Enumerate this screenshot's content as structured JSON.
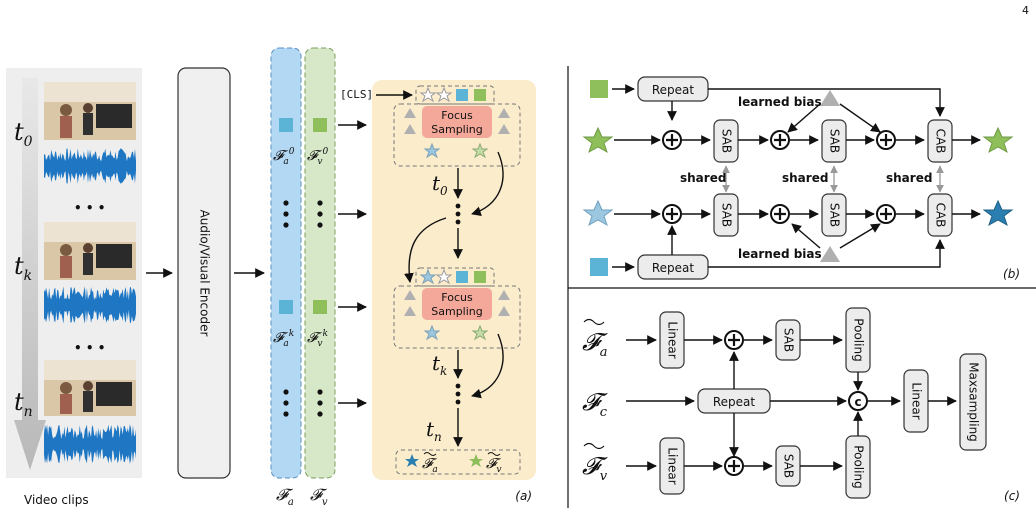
{
  "page_number": "4",
  "panel_a": {
    "tag": "(a)",
    "video_clips_label": "Video clips",
    "t0": "t",
    "t0_sub": "0",
    "tk": "t",
    "tk_sub": "k",
    "tn": "t",
    "tn_sub": "n",
    "ellipsis": "• • •",
    "encoder": "Audio/Visual Encoder",
    "fa_label": "𝓕",
    "fa_sub": "a",
    "fv_label": "𝓕",
    "fv_sub": "v",
    "fa0": "𝓕",
    "fa0_sub": "a",
    "fa0_sup": "0",
    "fv0": "𝓕",
    "fv0_sub": "v",
    "fv0_sup": "0",
    "fak": "𝓕",
    "fak_sub": "a",
    "fak_sup": "k",
    "fvk": "𝓕",
    "fvk_sub": "v",
    "fvk_sup": "k",
    "cls": "[CLS]",
    "focus1": "Focus",
    "focus2": "Sampling",
    "step_t0": "t",
    "step_t0_sub": "0",
    "step_tk": "t",
    "step_tk_sub": "k",
    "step_tn": "t",
    "step_tn_sub": "n",
    "out_a": "𝓕",
    "out_a_sub": "a",
    "out_v": "𝓕",
    "out_v_sub": "v"
  },
  "panel_b": {
    "tag": "(b)",
    "repeat": "Repeat",
    "sab": "SAB",
    "cab": "CAB",
    "learned_bias": "learned bias",
    "shared": "shared"
  },
  "panel_c": {
    "tag": "(c)",
    "fa": "𝓕",
    "fa_sub": "a",
    "fc": "𝓕",
    "fc_sub": "c",
    "fv": "𝓕",
    "fv_sub": "v",
    "linear": "Linear",
    "sab": "SAB",
    "pooling": "Pooling",
    "repeat": "Repeat",
    "concat": "c",
    "maxsampling": "Maxsampling"
  },
  "colors": {
    "audio": "#5bb3d6",
    "visual": "#8fbf5a",
    "focus": "#f4a89a",
    "panel_bg": "#fbeccc",
    "fa_col": "#b3d8f4",
    "fv_col": "#d6e8c8",
    "wave": "#1f77c4",
    "grey_tri": "#b0b0b0"
  }
}
